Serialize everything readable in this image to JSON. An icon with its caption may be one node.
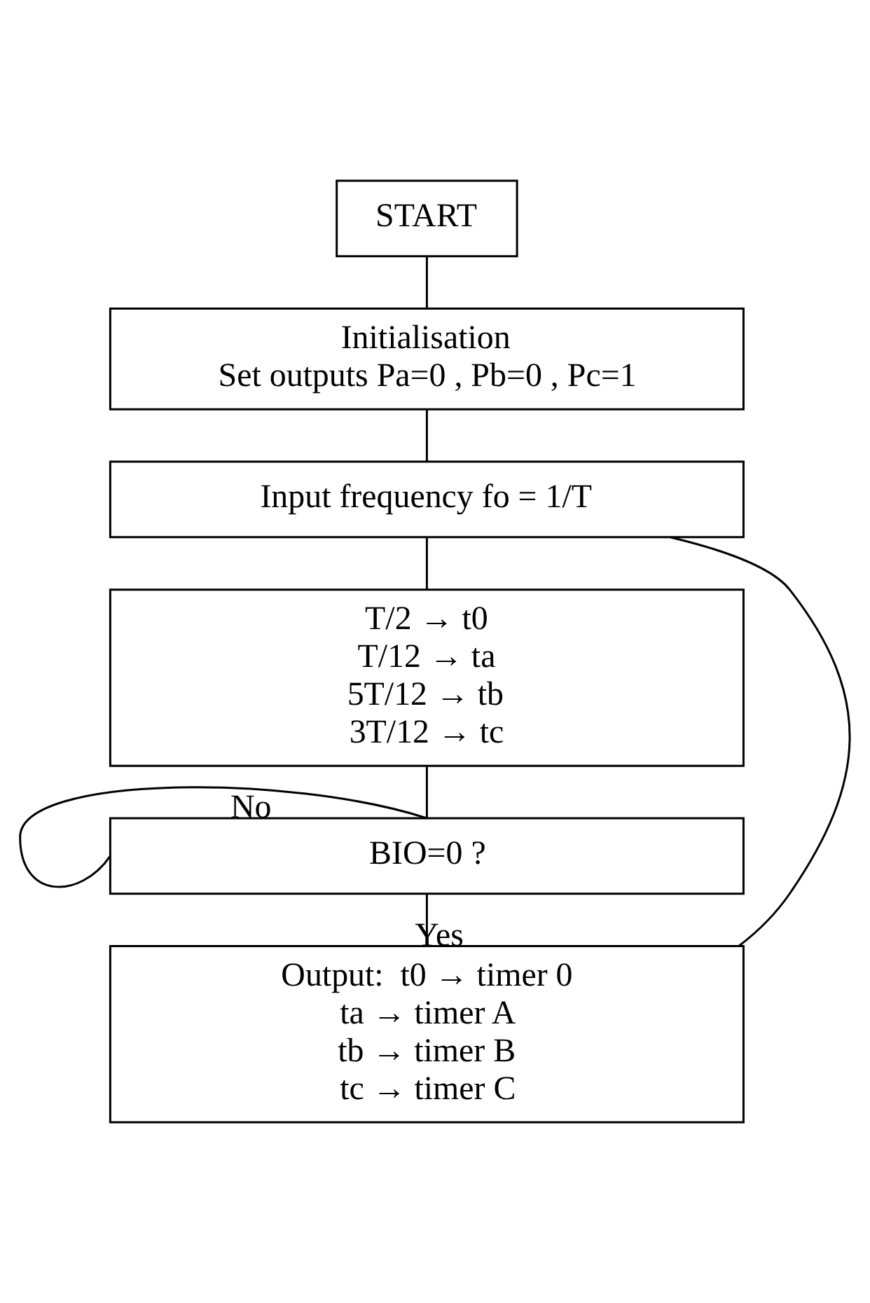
{
  "diagram": {
    "nodes": [
      {
        "text": [
          "START"
        ]
      },
      {
        "text": [
          "Initialisation",
          "Set outputs Pa=0 , Pb=0 , Pc=1"
        ]
      },
      {
        "text": [
          "Input frequency fo = 1/T"
        ]
      },
      {
        "text": [
          "T/2 → t0",
          "T/12 → ta",
          "5T/12 → tb",
          "3T/12 → tc"
        ]
      },
      {
        "text": [
          "BIO=0 ?"
        ]
      },
      {
        "text": [
          "Output:  t0 → timer 0",
          "ta → timer A",
          "tb → timer B",
          "tc → timer C"
        ]
      }
    ],
    "edges": [
      {
        "from": 0,
        "to": 1,
        "arrow": "none"
      },
      {
        "from": 1,
        "to": 2,
        "arrow": "none"
      },
      {
        "from": 2,
        "to": 3,
        "arrow": "none"
      },
      {
        "from": 3,
        "to": 4,
        "arrow": "none"
      },
      {
        "from": 4,
        "to": 4,
        "arrow": "none",
        "label": "No"
      },
      {
        "from": 4,
        "to": 5,
        "arrow": "none",
        "label": "Yes"
      },
      {
        "from": 5,
        "to": 2,
        "arrow": "none"
      }
    ]
  }
}
